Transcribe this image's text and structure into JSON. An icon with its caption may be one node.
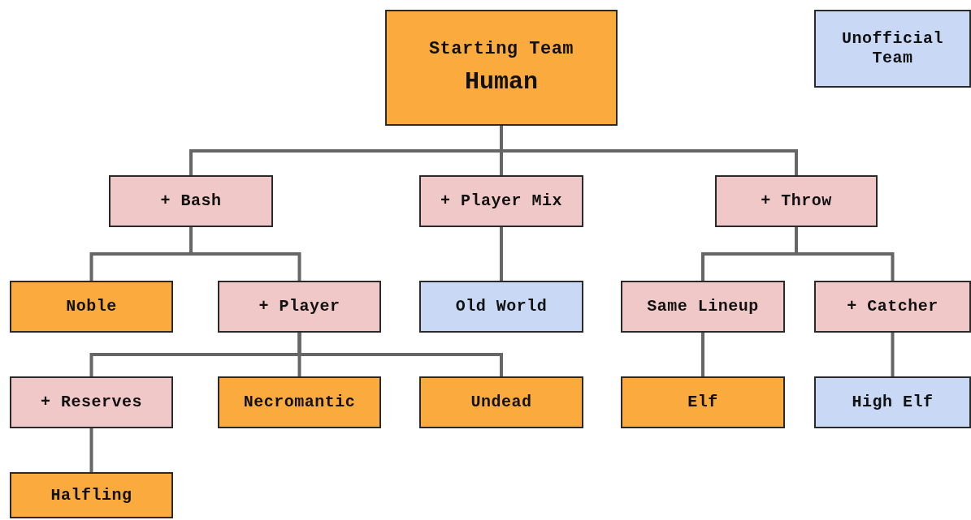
{
  "diagram": {
    "nodes": [
      {
        "text": [
          "Starting Team",
          "Human"
        ]
      },
      {
        "text": [
          "Unofficial Team"
        ]
      },
      {
        "text": [
          "+ Bash"
        ]
      },
      {
        "text": [
          "+ Player Mix"
        ]
      },
      {
        "text": [
          "+ Throw"
        ]
      },
      {
        "text": [
          "Noble"
        ]
      },
      {
        "text": [
          "+ Player"
        ]
      },
      {
        "text": [
          "Old World"
        ]
      },
      {
        "text": [
          "Same Lineup"
        ]
      },
      {
        "text": [
          "+ Catcher"
        ]
      },
      {
        "text": [
          "+ Reserves"
        ]
      },
      {
        "text": [
          "Necromantic"
        ]
      },
      {
        "text": [
          "Undead"
        ]
      },
      {
        "text": [
          "Elf"
        ]
      },
      {
        "text": [
          "High Elf"
        ]
      },
      {
        "text": [
          "Halfling"
        ]
      }
    ],
    "edges": [
      {
        "from": 0,
        "to": 2,
        "arrow": "none"
      },
      {
        "from": 0,
        "to": 3,
        "arrow": "none"
      },
      {
        "from": 0,
        "to": 4,
        "arrow": "none"
      },
      {
        "from": 2,
        "to": 5,
        "arrow": "none"
      },
      {
        "from": 2,
        "to": 6,
        "arrow": "none"
      },
      {
        "from": 3,
        "to": 7,
        "arrow": "none"
      },
      {
        "from": 4,
        "to": 8,
        "arrow": "none"
      },
      {
        "from": 4,
        "to": 9,
        "arrow": "none"
      },
      {
        "from": 6,
        "to": 10,
        "arrow": "none"
      },
      {
        "from": 6,
        "to": 11,
        "arrow": "none"
      },
      {
        "from": 6,
        "to": 12,
        "arrow": "none"
      },
      {
        "from": 8,
        "to": 13,
        "arrow": "none"
      },
      {
        "from": 9,
        "to": 14,
        "arrow": "none"
      },
      {
        "from": 10,
        "to": 15,
        "arrow": "none"
      }
    ]
  }
}
